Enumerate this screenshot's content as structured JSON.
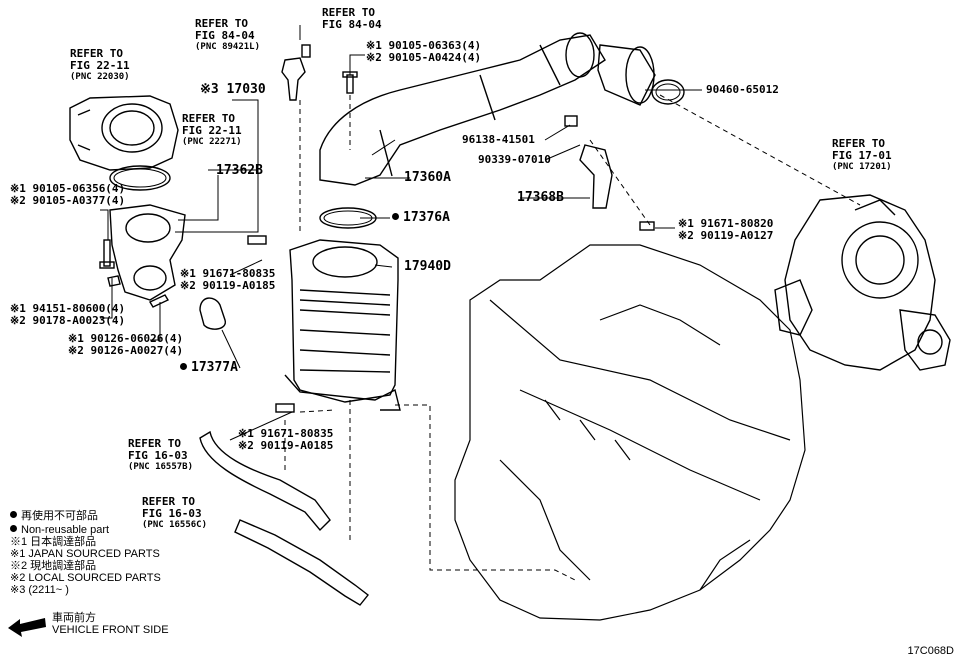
{
  "refers": {
    "fig22_11_a": {
      "l1": "REFER TO",
      "l2": "FIG 22-11",
      "pnc": "(PNC 22030)"
    },
    "fig84_04_a": {
      "l1": "REFER TO",
      "l2": "FIG 84-04",
      "pnc": "(PNC 89421L)"
    },
    "fig84_04_b": {
      "l1": "REFER TO",
      "l2": "FIG 84-04"
    },
    "fig22_11_b": {
      "l1": "REFER TO",
      "l2": "FIG 22-11",
      "pnc": "(PNC 22271)"
    },
    "fig17_01": {
      "l1": "REFER TO",
      "l2": "FIG 17-01",
      "pnc": "(PNC 17201)"
    },
    "fig16_03_a": {
      "l1": "REFER TO",
      "l2": "FIG 16-03",
      "pnc": "(PNC 16557B)"
    },
    "fig16_03_b": {
      "l1": "REFER TO",
      "l2": "FIG 16-03",
      "pnc": "(PNC 16556C)"
    }
  },
  "parts": {
    "p17030": "※3 17030",
    "p17362b": "17362B",
    "p17360a": "17360A",
    "p17368b": "17368B",
    "p17376a": "17376A",
    "p17940d": "17940D",
    "p17377a": "17377A",
    "p90460": "90460-65012",
    "p96138": "96138-41501",
    "p90339": "90339-07010",
    "bolt_top_1": "※1 90105-06363(4)",
    "bolt_top_2": "※2 90105-A0424(4)",
    "bolt_left_1": "※1 90105-06356(4)",
    "bolt_left_2": "※2 90105-A0377(4)",
    "nut_1": "※1 94151-80600(4)",
    "nut_2": "※2 90178-A0023(4)",
    "stud_1": "※1 90126-06026(4)",
    "stud_2": "※2 90126-A0027(4)",
    "bolt_mid_1": "※1 91671-80835",
    "bolt_mid_2": "※2 90119-A0185",
    "bolt_low_1": "※1 91671-80835",
    "bolt_low_2": "※2 90119-A0185",
    "bolt_right_1": "※1 91671-80820",
    "bolt_right_2": "※2 90119-A0127"
  },
  "legend": {
    "nonreuse_jp": "再使用不可部品",
    "nonreuse_en": "Non-reusable part",
    "l1_jp": "※1 日本調達部品",
    "l1_en": "※1 JAPAN SOURCED PARTS",
    "l2_jp": "※2 現地調達部品",
    "l2_en": "※2 LOCAL SOURCED PARTS",
    "l3": "※3 (2211~    )"
  },
  "front": {
    "jp": "車両前方",
    "en": "VEHICLE FRONT SIDE"
  },
  "drawing_code": "17C068D"
}
